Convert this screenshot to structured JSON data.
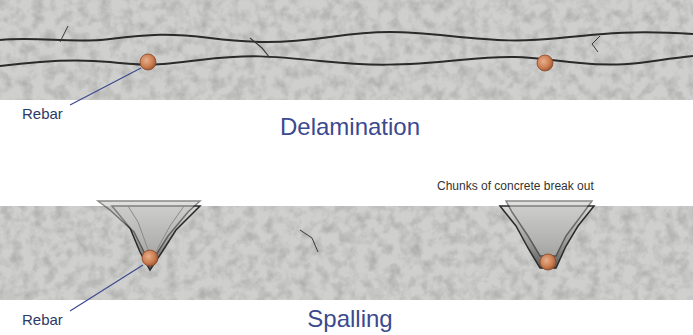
{
  "diagram": {
    "labels": [
      "Rebar",
      "Delamination",
      "Chunks of concrete break out",
      "Rebar",
      "Spalling"
    ]
  }
}
